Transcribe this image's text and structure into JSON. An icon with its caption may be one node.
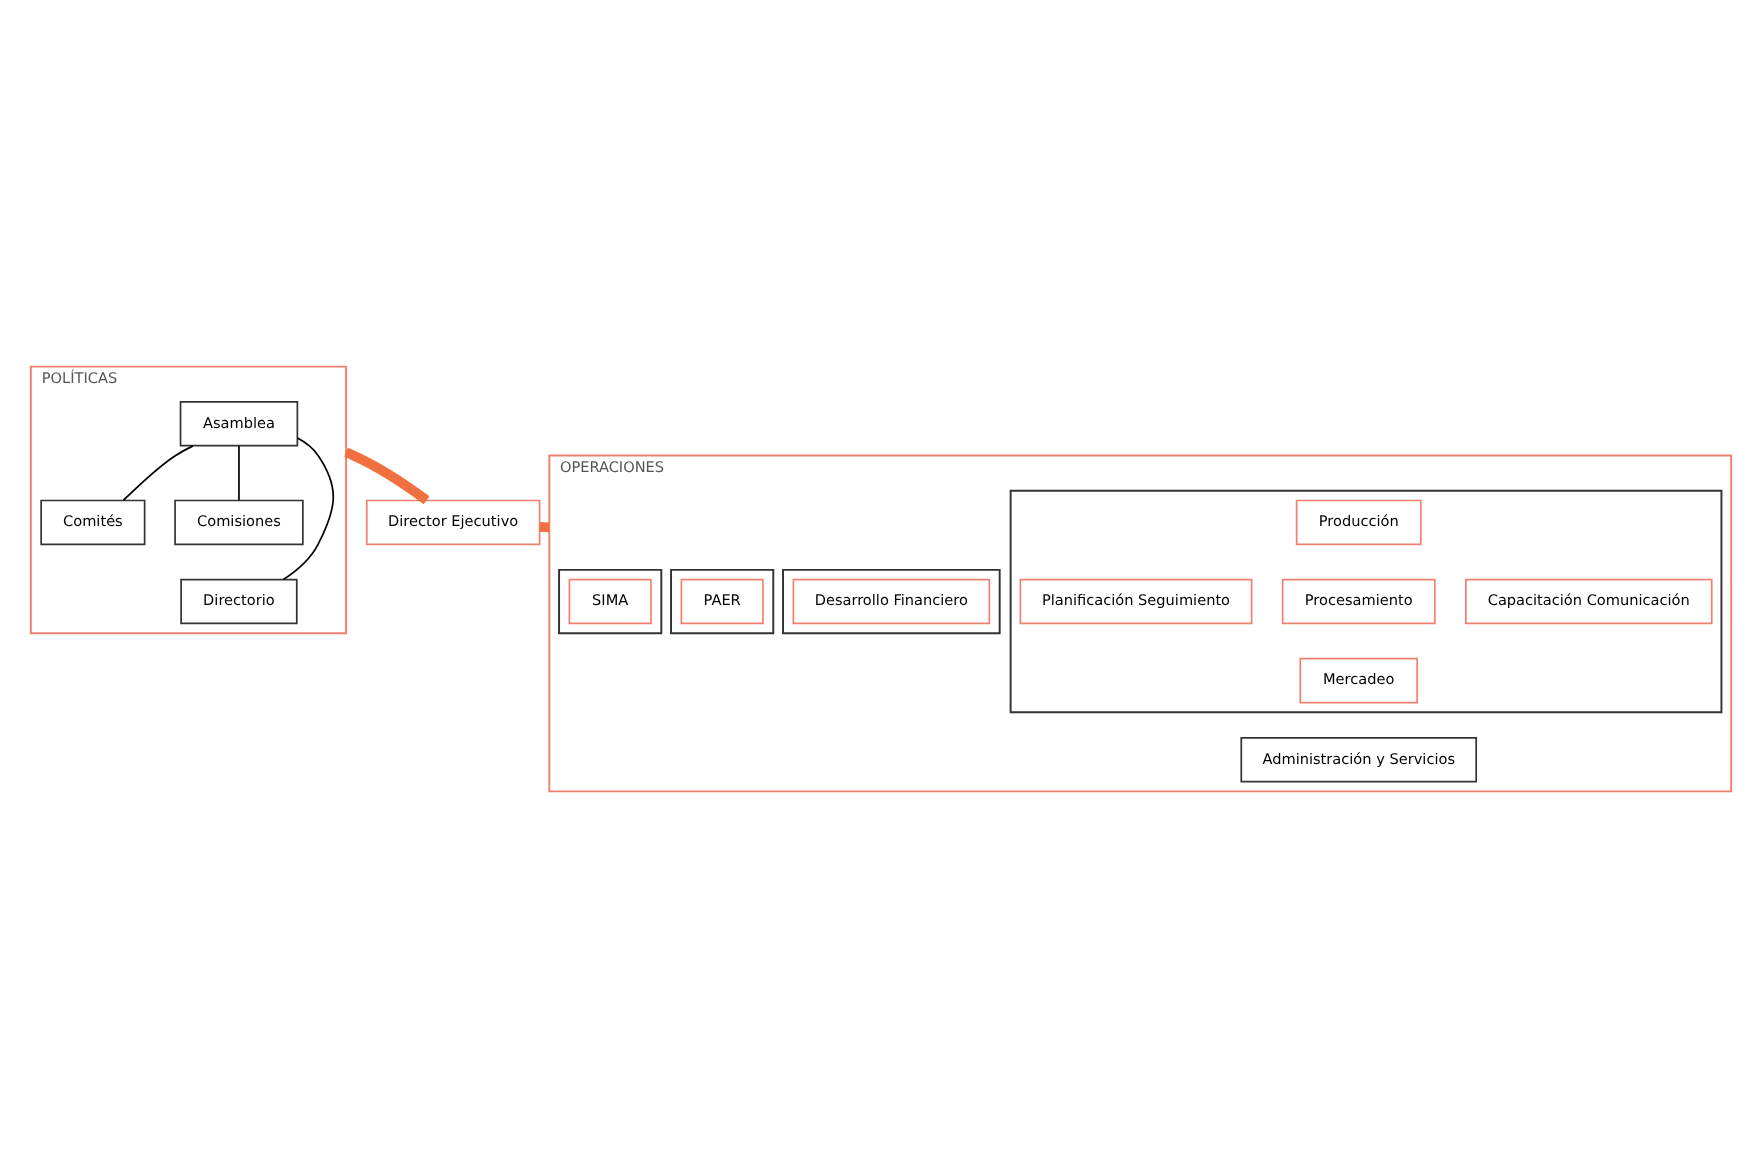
{
  "diagram": {
    "nodes": [
      {
        "text": [
          "POLÍTICAS"
        ]
      },
      {
        "text": [
          "Asamblea"
        ],
        "in": 0
      },
      {
        "text": [
          "Comités"
        ],
        "in": 0
      },
      {
        "text": [
          "Comisiones"
        ],
        "in": 0
      },
      {
        "text": [
          "Directorio"
        ],
        "in": 0
      },
      {
        "text": [
          "Director Ejecutivo"
        ]
      },
      {
        "text": [
          "OPERACIONES"
        ]
      },
      {
        "text": [],
        "shape": "box",
        "in": 6
      },
      {
        "text": [
          "Planificación Seguimiento"
        ],
        "in": 7
      },
      {
        "text": [
          "Producción"
        ],
        "in": 7
      },
      {
        "text": [
          "Procesamiento"
        ],
        "in": 7
      },
      {
        "text": [
          "Mercadeo"
        ],
        "in": 7
      },
      {
        "text": [
          "Capacitación Comunicación"
        ],
        "in": 7
      },
      {
        "text": [],
        "shape": "box",
        "in": 6
      },
      {
        "text": [
          "Desarrollo Financiero"
        ],
        "in": 13
      },
      {
        "text": [],
        "shape": "box",
        "in": 6
      },
      {
        "text": [
          "PAER"
        ],
        "in": 15
      },
      {
        "text": [],
        "shape": "box",
        "in": 6
      },
      {
        "text": [
          "SIMA"
        ],
        "in": 17
      },
      {
        "text": [
          "Administración y Servicios"
        ],
        "in": 6
      }
    ],
    "edges": [
      {
        "from": 1,
        "to": 2,
        "arrow": "none"
      },
      {
        "from": 1,
        "to": 3,
        "arrow": "none"
      },
      {
        "from": 1,
        "to": 4,
        "arrow": "none"
      },
      {
        "from": 0,
        "to": 5,
        "arrow": "none",
        "style": "thick",
        "color": "#f07040"
      },
      {
        "from": 5,
        "to": 6,
        "arrow": "none",
        "style": "thick",
        "color": "#f07040"
      }
    ]
  }
}
